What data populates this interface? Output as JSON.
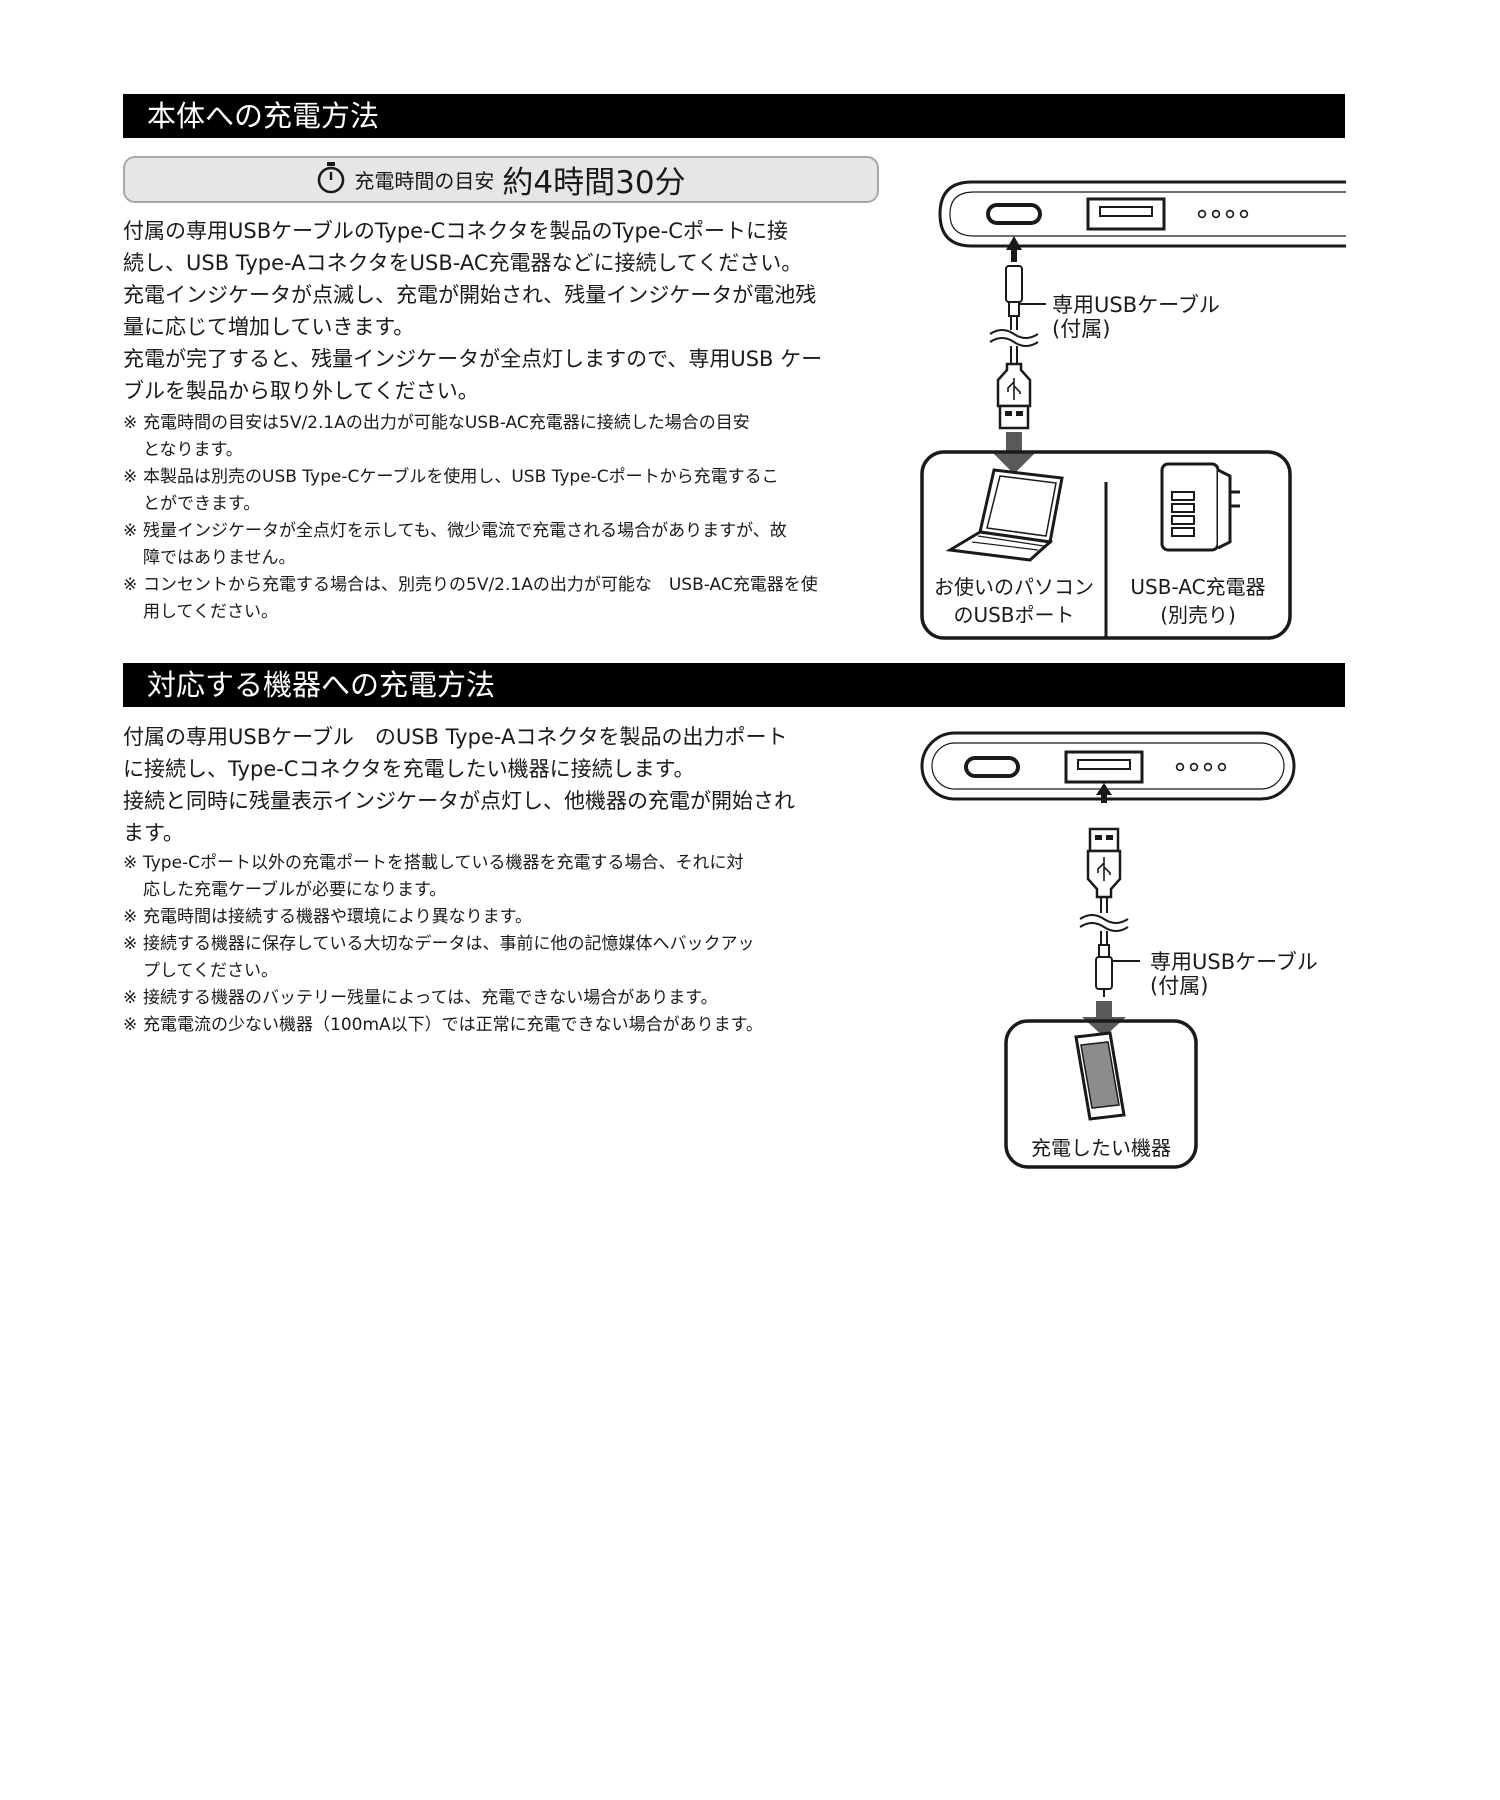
{
  "section1": {
    "title": "本体への充電方法",
    "time_label": "充電時間の目安",
    "time_value": "約4時間30分",
    "paragraph": [
      "付属の専用USBケーブルのType-Cコネクタを製品のType-Cポートに接",
      "続し、USB Type-AコネクタをUSB-AC充電器などに接続してください。",
      "充電インジケータが点滅し、充電が開始され、残量インジケータが電池残",
      "量に応じて増加していきます。",
      "充電が完了すると、残量インジケータが全点灯しますので、専用USB ケー",
      "ブルを製品から取り外してください。"
    ],
    "notes": [
      {
        "mark": "※",
        "text": "充電時間の目安は5V/2.1Aの出力が可能なUSB-AC充電器に接続した場合の目安\nとなります。"
      },
      {
        "mark": "※",
        "text": "本製品は別売のUSB Type-Cケーブルを使用し、USB Type-Cポートから充電するこ\nとができます。"
      },
      {
        "mark": "※",
        "text": "残量インジケータが全点灯を示しても、微少電流で充電される場合がありますが、故\n障ではありません。"
      },
      {
        "mark": "※",
        "text": "コンセントから充電する場合は、別売りの5V/2.1Aの出力が可能な　USB-AC充電器を使\n用してください。"
      }
    ],
    "figure": {
      "cable_label": [
        "専用USBケーブル",
        "(付属)"
      ],
      "pc_label": [
        "お使いのパソコン",
        "のUSBポート"
      ],
      "charger_label": [
        "USB-AC充電器",
        "(別売り)"
      ]
    }
  },
  "section2": {
    "title": "対応する機器への充電方法",
    "paragraph": [
      "付属の専用USBケーブル　のUSB Type-Aコネクタを製品の出力ポート",
      "に接続し、Type-Cコネクタを充電したい機器に接続します。",
      "接続と同時に残量表示インジケータが点灯し、他機器の充電が開始され",
      "ます。"
    ],
    "notes": [
      {
        "mark": "※",
        "text": "Type-Cポート以外の充電ポートを搭載している機器を充電する場合、それに対\n応した充電ケーブルが必要になります。"
      },
      {
        "mark": "※",
        "text": "充電時間は接続する機器や環境により異なります。"
      },
      {
        "mark": "※",
        "text": "接続する機器に保存している大切なデータは、事前に他の記憶媒体へバックアッ\nプしてください。"
      },
      {
        "mark": "※",
        "text": "接続する機器のバッテリー残量によっては、充電できない場合があります。"
      },
      {
        "mark": "※",
        "text": "充電電流の少ない機器（100mA以下）では正常に充電できない場合があります。"
      }
    ],
    "figure": {
      "cable_label": [
        "専用USBケーブル",
        "(付属)"
      ],
      "device_label": "充電したい機器"
    }
  }
}
